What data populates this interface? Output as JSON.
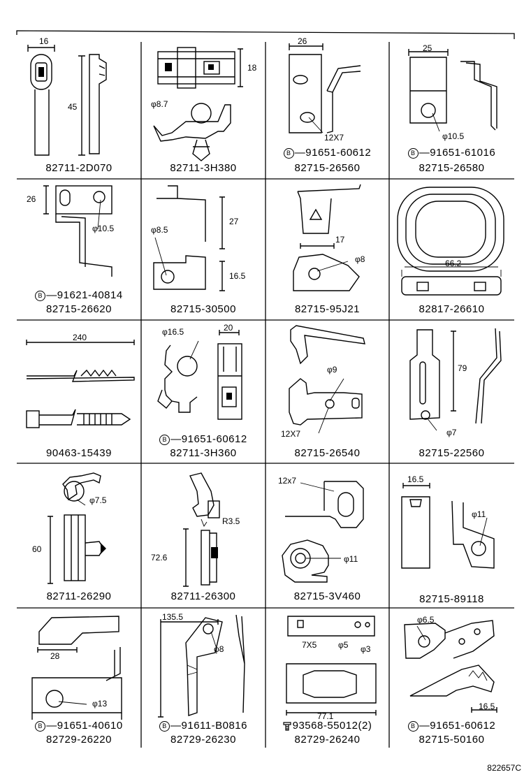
{
  "diagram_code": "822657C",
  "cells": [
    {
      "part": "82711-2D070",
      "clip": "",
      "dims": [
        "16",
        "45"
      ]
    },
    {
      "part": "82711-3H380",
      "clip": "",
      "dims": [
        "18",
        "φ8.7"
      ]
    },
    {
      "part": "82715-26560",
      "clip": "91651-60612",
      "dims": [
        "26",
        "12X7"
      ]
    },
    {
      "part": "82715-26580",
      "clip": "91651-61016",
      "dims": [
        "25",
        "φ10.5"
      ]
    },
    {
      "part": "82715-26620",
      "clip": "91621-40814",
      "dims": [
        "26",
        "φ10.5"
      ]
    },
    {
      "part": "82715-30500",
      "clip": "",
      "dims": [
        "φ8.5",
        "27",
        "16.5"
      ]
    },
    {
      "part": "82715-95J21",
      "clip": "",
      "dims": [
        "17",
        "φ8"
      ]
    },
    {
      "part": "82817-26610",
      "clip": "",
      "dims": [
        "66.2"
      ]
    },
    {
      "part": "90463-15439",
      "clip": "",
      "dims": [
        "240"
      ]
    },
    {
      "part": "82711-3H360",
      "clip": "91651-60612",
      "dims": [
        "φ16.5",
        "20"
      ]
    },
    {
      "part": "82715-26540",
      "clip": "",
      "dims": [
        "φ9",
        "12X7"
      ]
    },
    {
      "part": "82715-22560",
      "clip": "",
      "dims": [
        "79",
        "φ7"
      ]
    },
    {
      "part": "82711-26290",
      "clip": "",
      "dims": [
        "φ7.5",
        "60"
      ]
    },
    {
      "part": "82711-26300",
      "clip": "",
      "dims": [
        "R3.5",
        "72.6"
      ]
    },
    {
      "part": "82715-3V460",
      "clip": "",
      "dims": [
        "12x7",
        "φ11"
      ]
    },
    {
      "part": "82715-89118",
      "clip": "",
      "dims": [
        "16.5",
        "φ11"
      ]
    },
    {
      "part": "82729-26220",
      "clip": "91651-40610",
      "dims": [
        "28",
        "φ13"
      ]
    },
    {
      "part": "82729-26230",
      "clip": "91611-B0816",
      "dims": [
        "135.5",
        "φ8"
      ]
    },
    {
      "part": "82729-26240",
      "clip": "93568-55012(2)",
      "dims": [
        "7X5",
        "φ5",
        "φ3",
        "77.1"
      ]
    },
    {
      "part": "82715-50160",
      "clip": "91651-60612",
      "dims": [
        "φ6.5",
        "16.5"
      ]
    }
  ]
}
